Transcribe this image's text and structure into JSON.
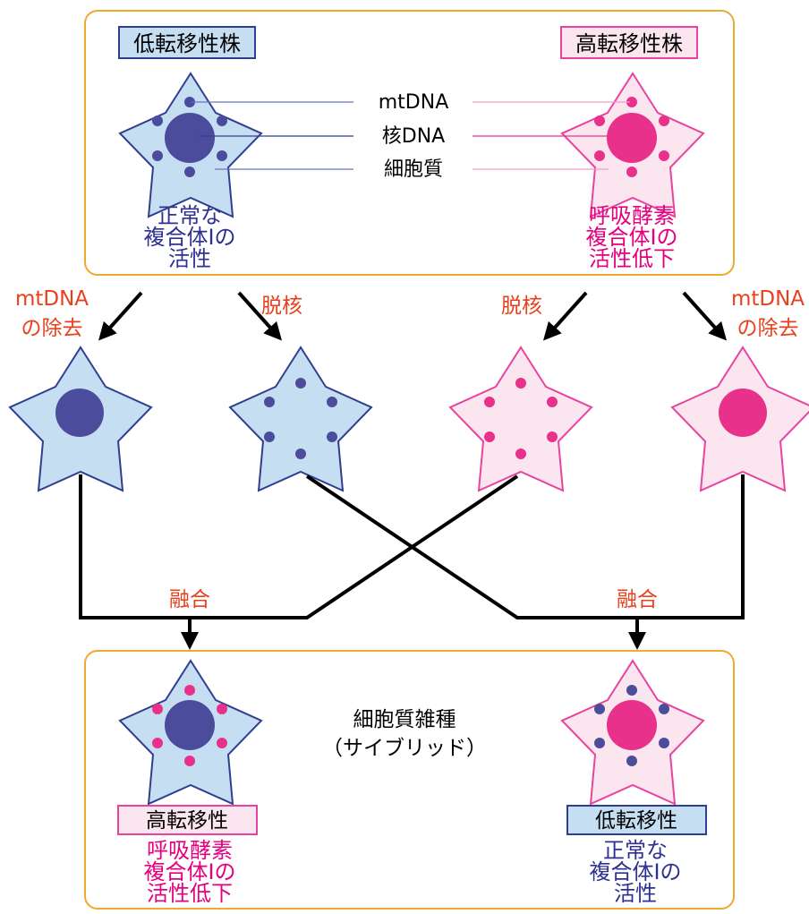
{
  "colors": {
    "blue_stroke": "#2f3f8f",
    "blue_fill": "#c6def2",
    "blue_nucleus": "#4c4c9c",
    "blue_text": "#2e3192",
    "pink_stroke": "#e8439e",
    "pink_fill": "#fbe6f0",
    "pink_nucleus": "#e8318a",
    "pink_text": "#e4007f",
    "orange_box": "#f0a830",
    "red_text": "#e8401c",
    "black": "#000000"
  },
  "top_box": {
    "left_label": "低転移性株",
    "right_label": "高転移性株",
    "legend": [
      "mtDNA",
      "核DNA",
      "細胞質"
    ],
    "left_note": [
      "正常な",
      "複合体Iの",
      "活性"
    ],
    "right_note": [
      "呼吸酵素",
      "複合体Iの",
      "活性低下"
    ]
  },
  "steps": {
    "remove_mtdna": [
      "mtDNA",
      "の除去"
    ],
    "enucleate": "脱核",
    "fuse": "融合"
  },
  "bottom_box": {
    "title": [
      "細胞質雑種",
      "（サイブリッド）"
    ],
    "left_label": "高転移性",
    "left_note": [
      "呼吸酵素",
      "複合体Iの",
      "活性低下"
    ],
    "right_label": "低転移性",
    "right_note": [
      "正常な",
      "複合体Iの",
      "活性"
    ]
  }
}
